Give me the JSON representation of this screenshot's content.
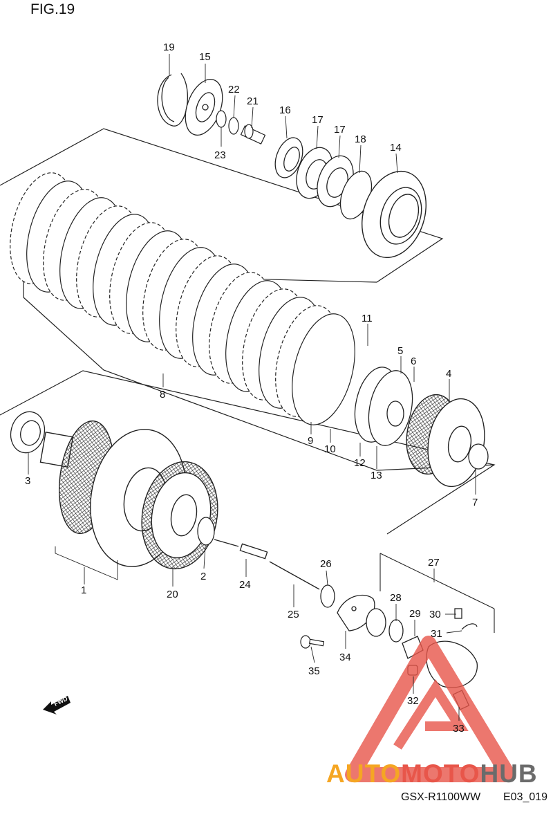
{
  "figure": {
    "title": "FIG.19"
  },
  "footer": {
    "model": "GSX-R1100WW",
    "code": "E03_019"
  },
  "watermark": {
    "text_1": "AUTO",
    "text_2": "MOTO",
    "text_3": "HUB",
    "colors": {
      "auto": "#f5a623",
      "moto": "#e8564a",
      "hub": "#6b6b6b"
    }
  },
  "direction_arrow": {
    "label": "FWD"
  },
  "callouts": [
    "19",
    "15",
    "22",
    "21",
    "16",
    "23",
    "17",
    "17",
    "18",
    "14",
    "11",
    "5",
    "6",
    "4",
    "8",
    "3",
    "9",
    "10",
    "12",
    "13",
    "7",
    "1",
    "20",
    "2",
    "24",
    "26",
    "27",
    "25",
    "28",
    "29",
    "30",
    "31",
    "34",
    "35",
    "32",
    "33"
  ]
}
